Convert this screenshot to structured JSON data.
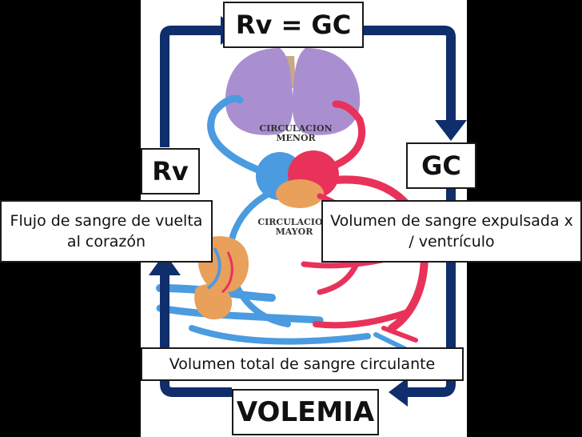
{
  "equation_label": "Rv = GC",
  "left_box_label": "Rv",
  "right_box_label": "GC",
  "left_description": "Flujo de sangre de vuelta al corazón",
  "right_description": "Volumen de sangre expulsada x / ventrículo",
  "bottom_description": "Volumen total de sangre circulante",
  "bottom_label": "VOLEMIA",
  "diagram_text": {
    "circulacion_menor": "CIRCULACION MENOR",
    "circulacion_mayor": "CIRCULACION MAYOR"
  },
  "colors": {
    "background": "#000000",
    "arrow": "#0f2e6b",
    "artery_red": "#e8325a",
    "vein_blue": "#4a9be0",
    "lung_purple": "#a98fd0",
    "organ_orange": "#e8a05a"
  }
}
